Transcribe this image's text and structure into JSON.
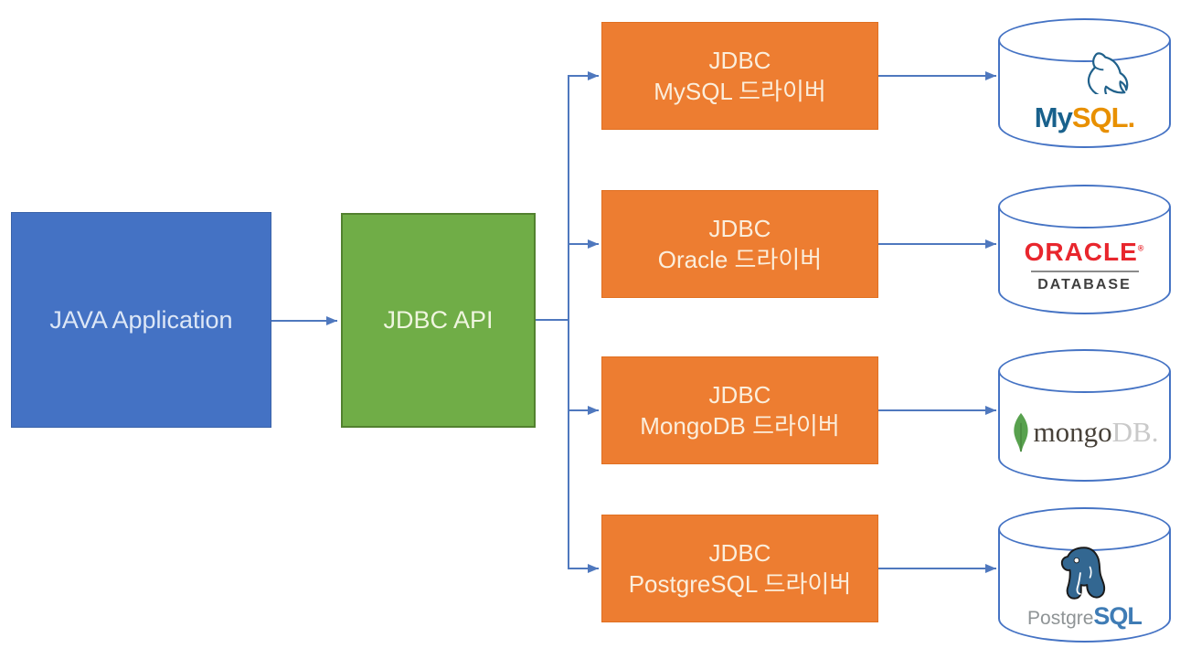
{
  "colors": {
    "app_fill": "#4472C4",
    "api_fill": "#70AD47",
    "driver_fill": "#ED7D31",
    "connector_blue": "#4F78BE",
    "cylinder_stroke": "#4573C4",
    "mysql_blue": "#19618C",
    "mysql_orange": "#E89000",
    "oracle_red": "#E8262D",
    "mongo_leaf_green": "#58A14E",
    "mongo_text_dark": "#474139",
    "mongo_text_light": "#C9C9C9",
    "postgres_elephant_blue": "#336791",
    "postgres_text_gray": "#8F9496",
    "postgres_text_blue": "#3F7CB5"
  },
  "app_box": {
    "label": "JAVA Application"
  },
  "api_box": {
    "label": "JDBC API"
  },
  "drivers": [
    {
      "line1": "JDBC",
      "line2": "MySQL 드라이버"
    },
    {
      "line1": "JDBC",
      "line2": "Oracle 드라이버"
    },
    {
      "line1": "JDBC",
      "line2": "MongoDB 드라이버"
    },
    {
      "line1": "JDBC",
      "line2": "PostgreSQL 드라이버"
    }
  ],
  "databases": {
    "mysql": {
      "word_my": "My",
      "word_sql": "SQL",
      "dot": "."
    },
    "oracle": {
      "word": "ORACLE",
      "reg": "®",
      "sub": "DATABASE"
    },
    "mongodb": {
      "word_mongo": "mongo",
      "word_db": "DB."
    },
    "postgresql": {
      "word_postgre": "Postgre",
      "word_sql": "SQL"
    }
  }
}
